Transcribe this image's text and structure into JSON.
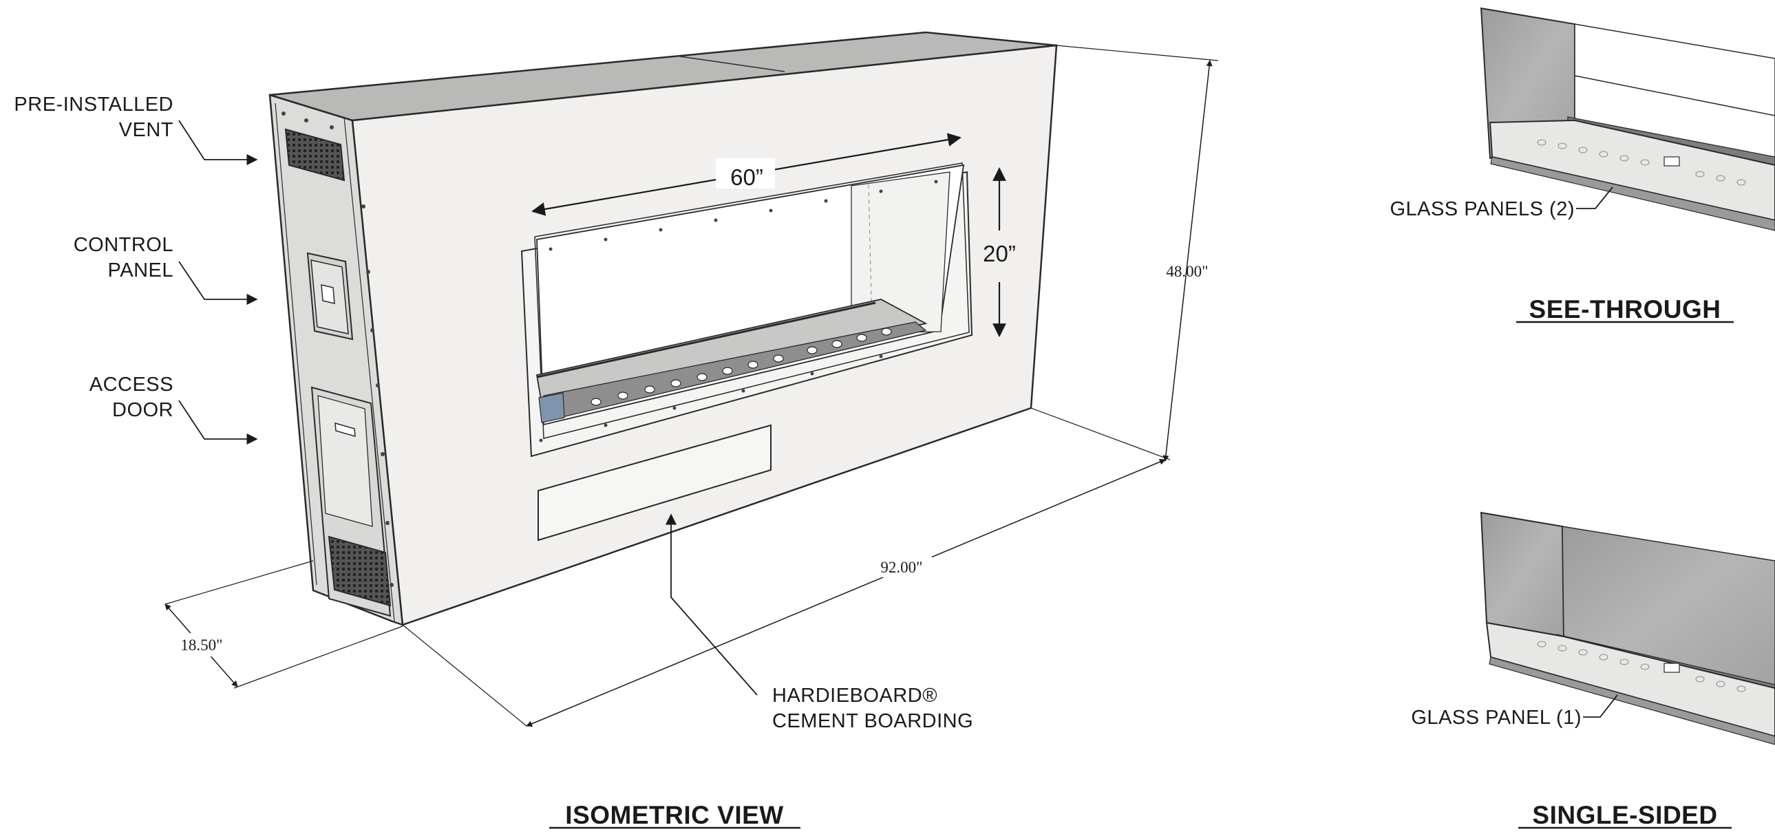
{
  "callouts": {
    "vent_line1": "PRE-INSTALLED",
    "vent_line2": "VENT",
    "control_line1": "CONTROL",
    "control_line2": "PANEL",
    "access_line1": "ACCESS",
    "access_line2": "DOOR",
    "hardie_line1": "HARDIEBOARD®",
    "hardie_line2": "CEMENT BOARDING",
    "glass_two": "GLASS PANELS (2)",
    "glass_one": "GLASS PANEL (1)"
  },
  "dimensions": {
    "opening_width": "60”",
    "opening_height": "20”",
    "overall_height": "48.00\"",
    "overall_width": "92.00\"",
    "overall_depth": "18.50\""
  },
  "titles": {
    "isometric": "ISOMETRIC VIEW",
    "see_through": "SEE-THROUGH",
    "single_sided": "SINGLE-SIDED"
  },
  "colors": {
    "outline": "#2a2a2a",
    "panel_front": "#f1f0ee",
    "panel_side": "#dcdcda",
    "panel_top": "#b9b9b7",
    "concrete": "#a9a9a9",
    "glass": "#e7e7e5"
  }
}
